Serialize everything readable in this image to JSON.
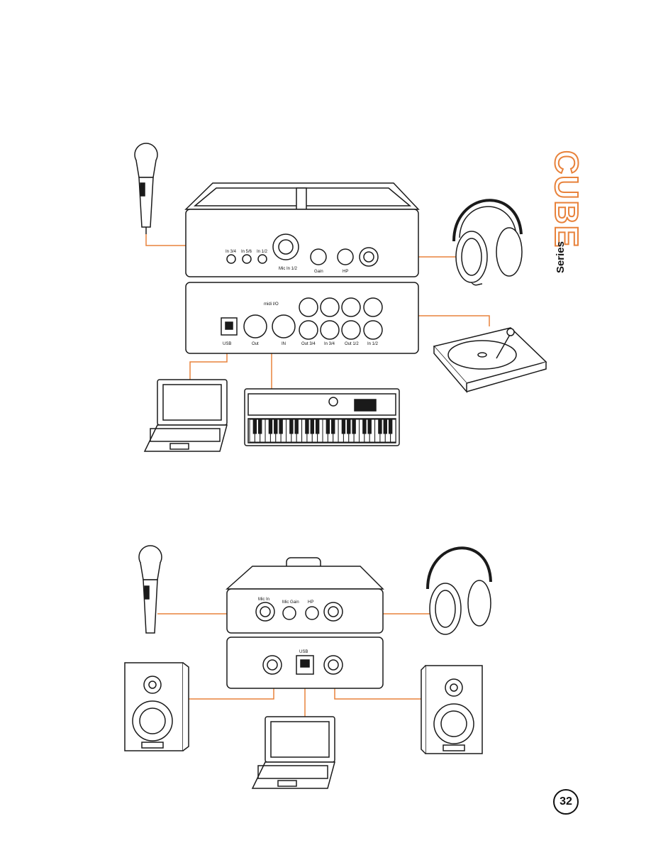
{
  "brand": {
    "name": "CUBE",
    "sub": "Series",
    "accent": "#e8823b"
  },
  "page_number": "32",
  "unit_top": {
    "front_labels": {
      "in34": "In 3/4",
      "in56": "In 5/6",
      "in12": "In 1/2",
      "mic": "Mic In 1/2",
      "gain": "Gain",
      "hp": "HP"
    },
    "rear_labels": {
      "midi": "midi I/O",
      "out": "Out",
      "in": "IN",
      "usb": "USB",
      "out34": "Out 3/4",
      "in34": "In 3/4",
      "out12": "Out 1/2",
      "in12": "In 1/2"
    }
  },
  "unit_bottom": {
    "front_labels": {
      "mic": "Mic In",
      "gain": "Mic Gain",
      "hp": "HP"
    },
    "rear_labels": {
      "usb": "USB"
    }
  },
  "colors": {
    "line": "#e8823b",
    "stroke": "#1a1a1a",
    "fill": "#ffffff"
  }
}
